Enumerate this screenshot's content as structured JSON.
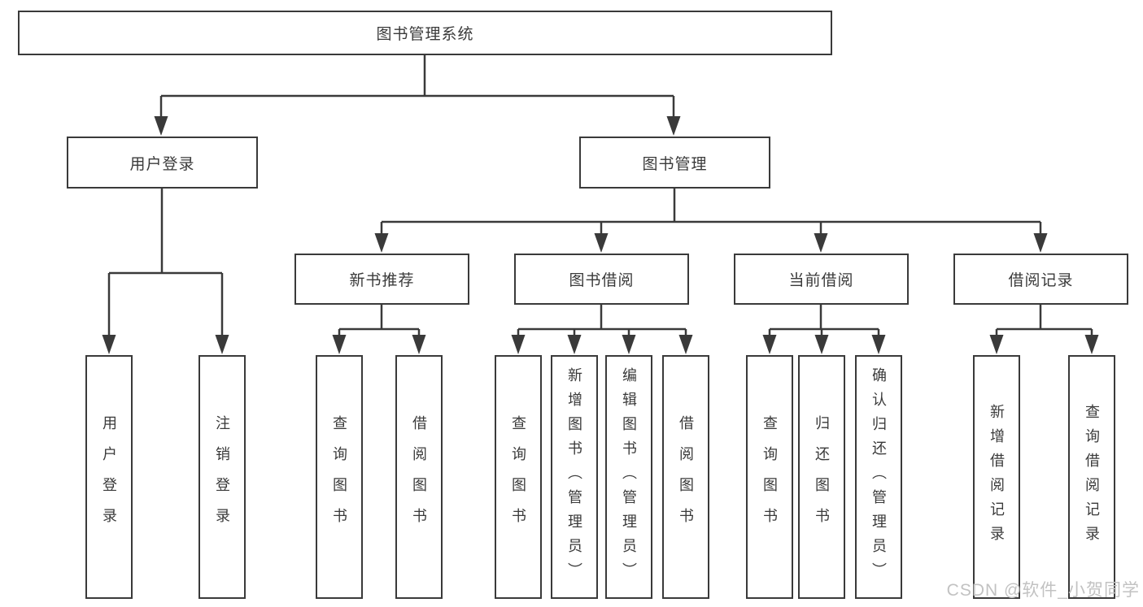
{
  "colors": {
    "line": "#3a3a3a",
    "text": "#3a3a3a",
    "box_fill": "#ffffff",
    "background": "#ffffff",
    "watermark": "#c2c2c2"
  },
  "watermark": {
    "text": "CSDN @软件_小贺同学"
  },
  "tree": {
    "label": "图书管理系统",
    "children": [
      {
        "label": "用户登录",
        "children": [
          {
            "label": "用户登录"
          },
          {
            "label": "注销登录"
          }
        ]
      },
      {
        "label": "图书管理",
        "children": [
          {
            "label": "新书推荐",
            "children": [
              {
                "label": "查询图书"
              },
              {
                "label": "借阅图书"
              }
            ]
          },
          {
            "label": "图书借阅",
            "children": [
              {
                "label": "查询图书"
              },
              {
                "label": "新增图书（管理员）"
              },
              {
                "label": "编辑图书（管理员）"
              },
              {
                "label": "借阅图书"
              }
            ]
          },
          {
            "label": "当前借阅",
            "children": [
              {
                "label": "查询图书"
              },
              {
                "label": "归还图书"
              },
              {
                "label": "确认归还（管理员）"
              }
            ]
          },
          {
            "label": "借阅记录",
            "children": [
              {
                "label": "新增借阅记录"
              },
              {
                "label": "查询借阅记录"
              }
            ]
          }
        ]
      }
    ]
  }
}
